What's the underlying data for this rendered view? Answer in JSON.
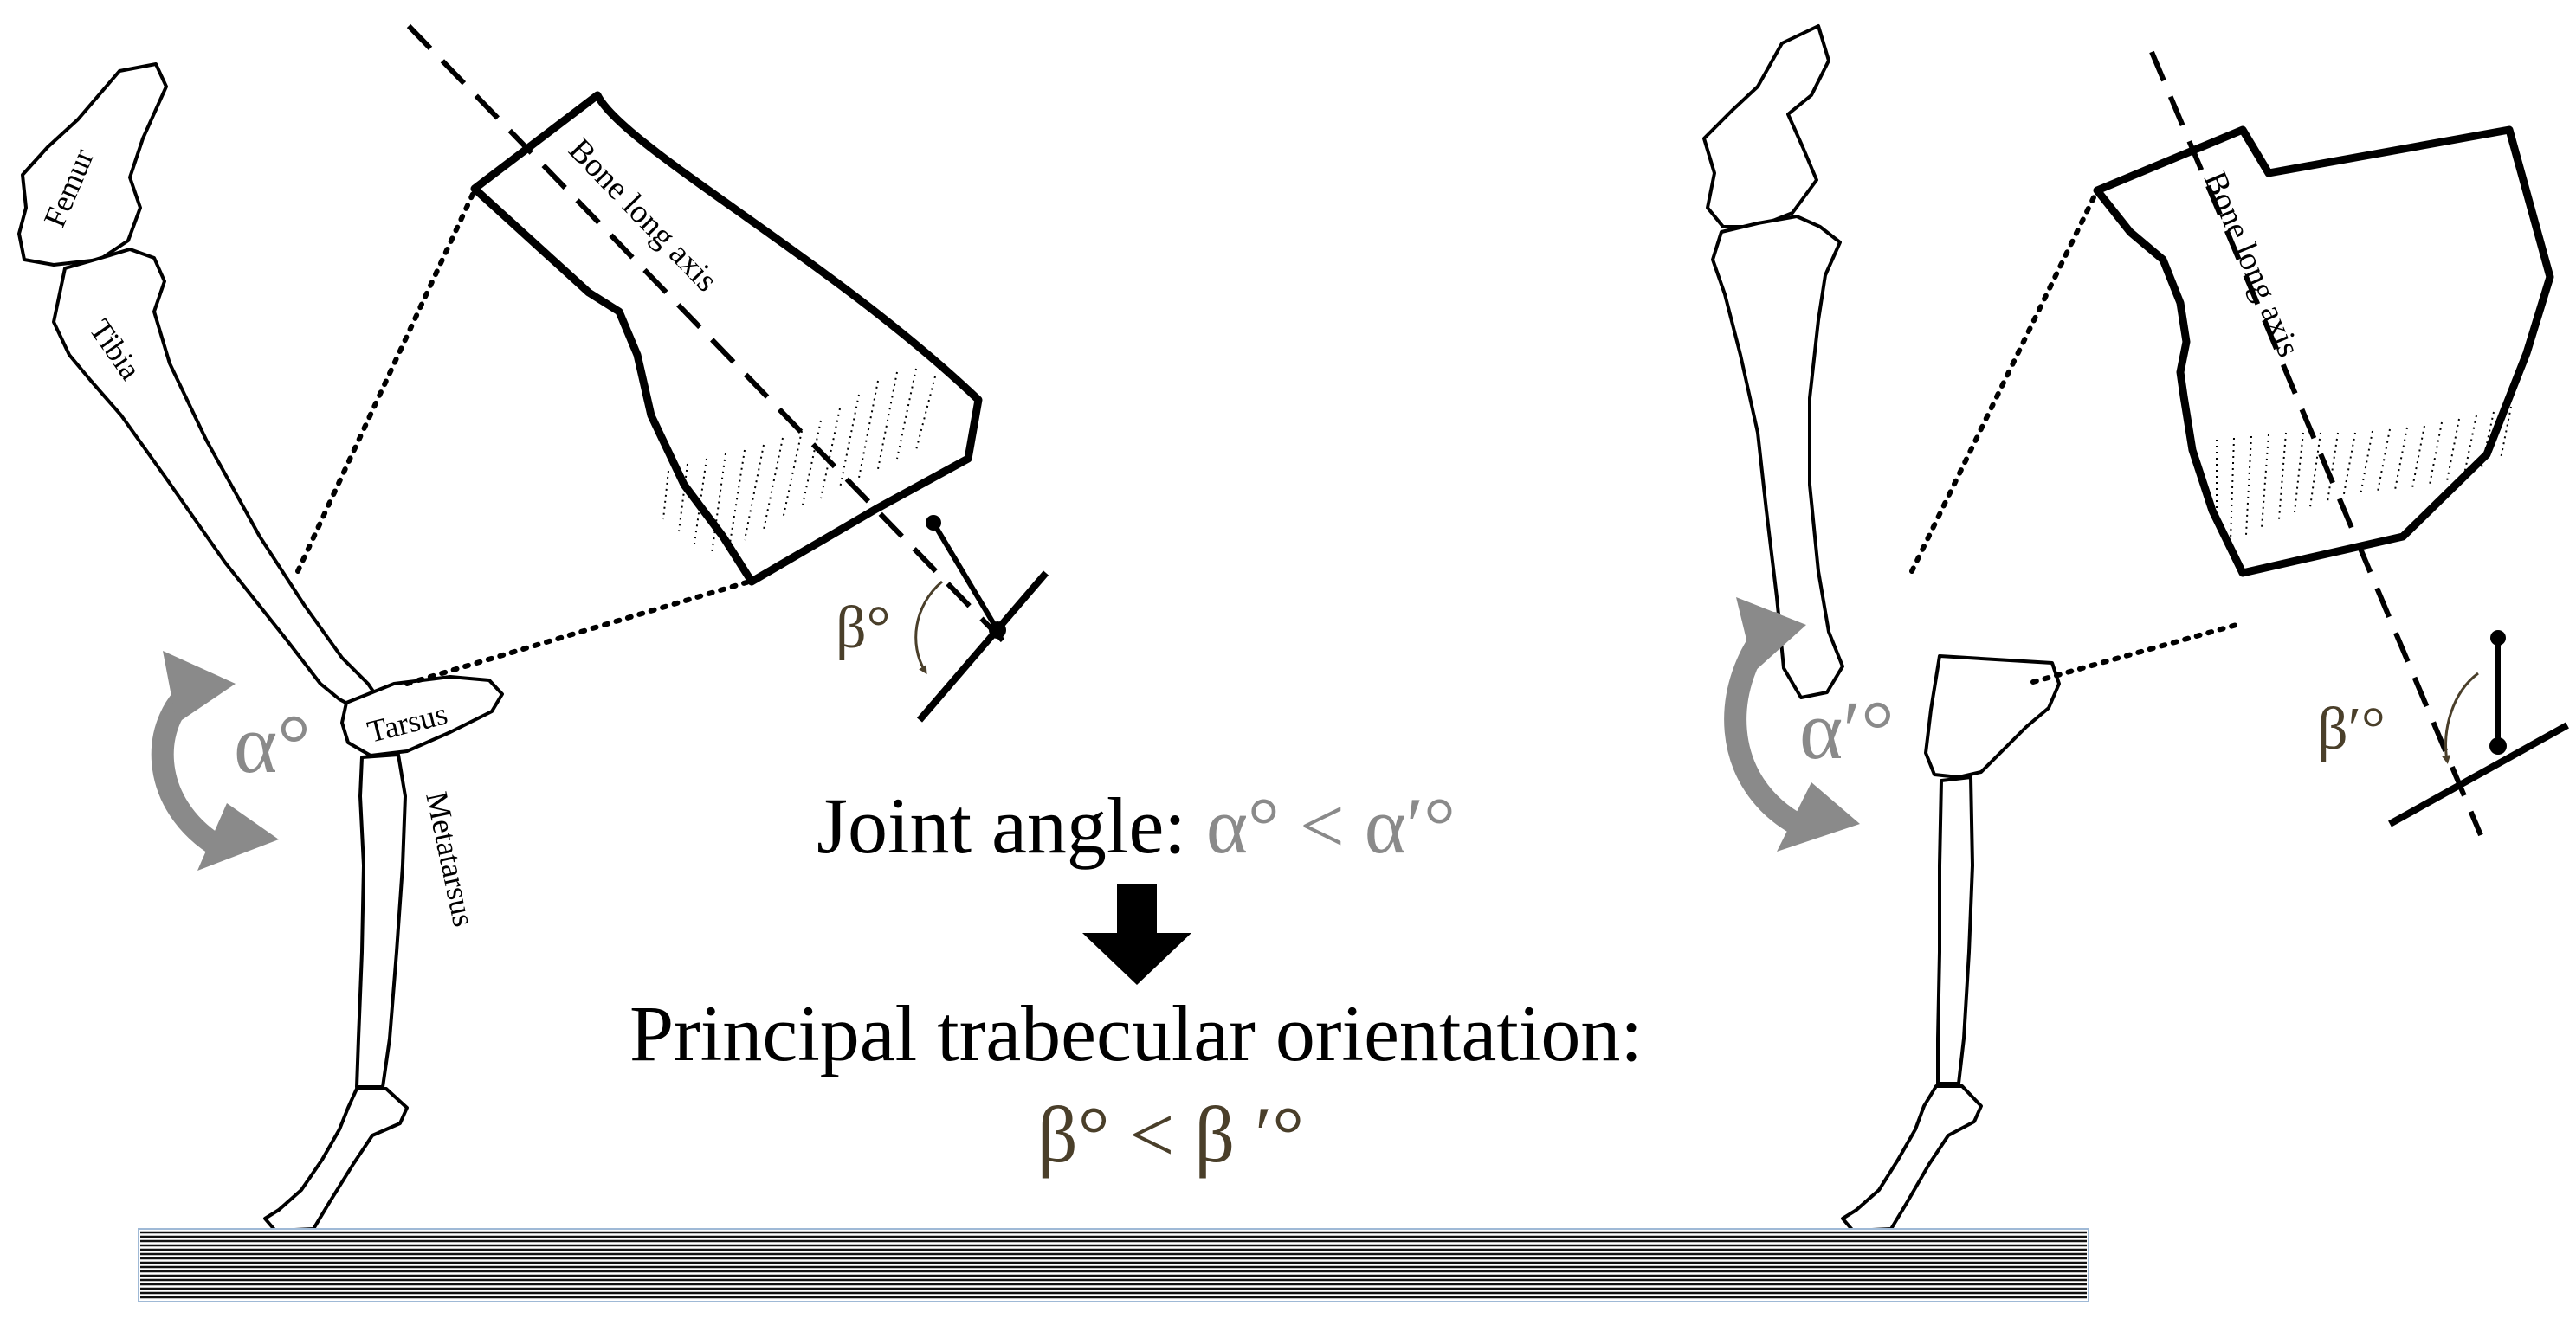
{
  "labels": {
    "femur": "Femur",
    "tibia": "Tibia",
    "tarsus": "Tarsus",
    "metatarsus": "Metatarsus",
    "bone_axis": "Bone long axis",
    "alpha": "α°",
    "alpha_prime": "α′°",
    "beta": "β°",
    "beta_prime": "β′°"
  },
  "center": {
    "joint_prefix": "Joint angle: ",
    "joint_compare": "α° < α′°",
    "principal": "Principal trabecular orientation:",
    "beta_compare": "β° < β ′°"
  },
  "colors": {
    "angle_grey": "#8a8a8a",
    "beta_brown": "#4a3f2a",
    "ground_line": "#111111",
    "ground_border": "#9fb9d6"
  }
}
